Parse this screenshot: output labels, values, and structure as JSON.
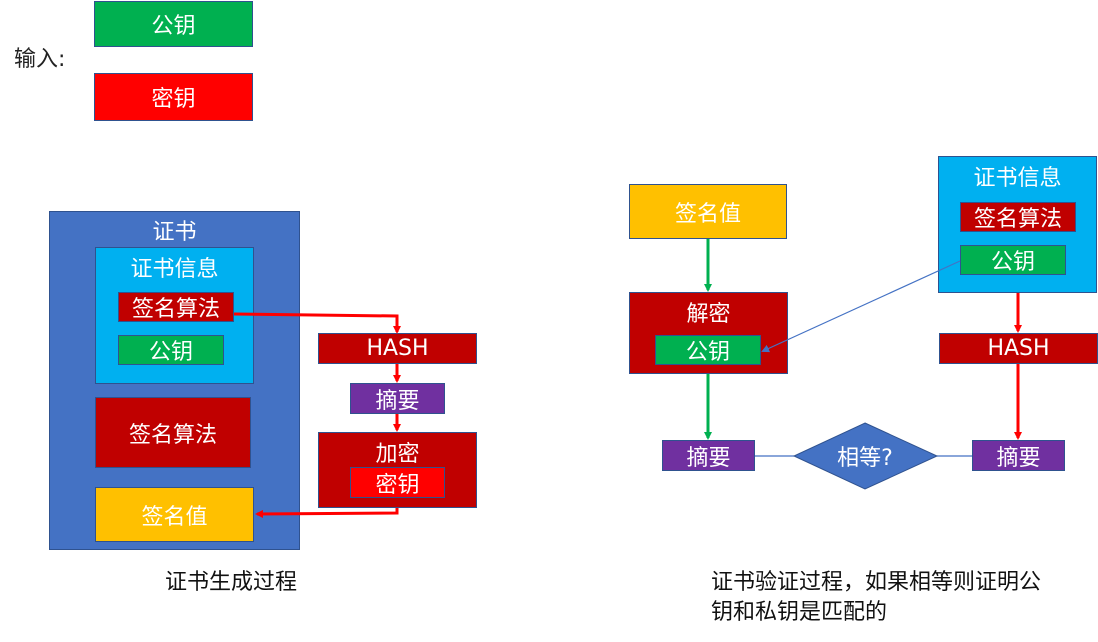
{
  "input": {
    "label": "输入:",
    "public_key": "公钥",
    "private_key": "密钥"
  },
  "generation": {
    "cert_title": "证书",
    "cert_info_title": "证书信息",
    "cert_info_algorithm": "签名算法",
    "cert_info_public_key": "公钥",
    "algorithm": "签名算法",
    "signature": "签名值",
    "hash": "HASH",
    "digest": "摘要",
    "encrypt_title": "加密",
    "encrypt_key": "密钥",
    "caption": "证书生成过程"
  },
  "verification": {
    "signature": "签名值",
    "decrypt_title": "解密",
    "decrypt_key": "公钥",
    "digest_left": "摘要",
    "equal_question": "相等?",
    "digest_right": "摘要",
    "hash": "HASH",
    "cert_info_title": "证书信息",
    "cert_info_algorithm": "签名算法",
    "cert_info_public_key": "公钥",
    "caption_line1": "证书验证过程，如果相等则证明公",
    "caption_line2": "钥和私钥是匹配的"
  },
  "colors": {
    "green": "#00b050",
    "red": "#ff0000",
    "dark_red": "#c00000",
    "blue": "#4472c4",
    "light_blue": "#00b0f0",
    "purple": "#7030a0",
    "gold": "#ffc000",
    "arrow_red": "#ff0000",
    "arrow_green": "#00b050",
    "thin_blue": "#4472c4"
  }
}
